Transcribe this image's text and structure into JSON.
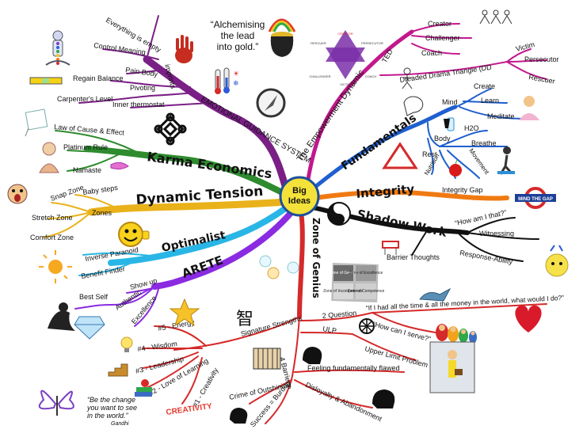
{
  "center": {
    "line1": "Big",
    "line2": "Ideas"
  },
  "quote_alchemy": {
    "line1": "“Alchemising",
    "line2": "the lead",
    "line3": "into gold.”"
  },
  "quote_gandhi": {
    "line1": "“Be the change",
    "line2": "you want to see",
    "line3": "in the world.”",
    "attribution": "Gandhi"
  },
  "branches": {
    "emotional": {
      "label": "EMOTIONAL GUIDANCE SYSTEM",
      "imprints": "imprints",
      "everything_empty": "Everything is empty",
      "control_meaning": "Control Meaning",
      "pain_body": "Pain Body",
      "regain_balance": "Regain Balance",
      "pivoting": "Pivoting",
      "carpenters_level": "Carpenter's Level",
      "inner_thermostat": "Inner thermostat"
    },
    "karma": {
      "label": "Karma Economics",
      "law_cause_effect": "Law of Cause & Effect",
      "platinum_rule": "Platinum Rule",
      "namaste": "Namaste"
    },
    "dynamic": {
      "label": "Dynamic Tension",
      "baby_steps": "Baby steps",
      "snap_zone": "Snap Zone",
      "zones": "Zones",
      "stretch_zone": "Stretch Zone",
      "comfort_zone": "Comfort Zone"
    },
    "optimalist": {
      "label": "Optimalist",
      "inverse_paranoid": "Inverse Paranoid",
      "benefit_finder": "Benefit Finder"
    },
    "arete": {
      "label": "ARETE",
      "show_up": "Show up",
      "authentic": "Authentic",
      "best_self": "Best Self",
      "excellence": "Excellence"
    },
    "zone_genius": {
      "label": "Zone of Genius",
      "signature_strengths": "Signature Strengths",
      "energy": "#5 - Energy",
      "wisdom": "#4 - Wisdom",
      "leadership": "#3 - Leadership",
      "love_learning": "#2 - Love of Learning",
      "creativity": "#1 - Creativity",
      "creativity_art": "CREATIVITY",
      "four_barriers": "4 Barriers",
      "crime_outshining": "Crime of Outshining",
      "success_burden": "Success = Burden",
      "feeling_flawed": "Feeling fundamentally flawed",
      "disloyalty": "Disloyalty & Abandonment",
      "ulp": "ULP",
      "upper_limit": "Upper Limit Problem",
      "two_question": "2 Question",
      "question_money": "“If I had all the time & all the money  in the world, what would I do?”",
      "question_serve": "“How can I serve?”",
      "genius_tiles": [
        "Zone of Genius",
        "Zone of Excellence",
        "Zone of Incompetence",
        "Zone of Competence"
      ]
    },
    "shadow": {
      "label": "Shadow Work",
      "how_am_i_that": "“How am I that?”",
      "witnessing": "Witnessing",
      "barrier_thoughts": "Barrier Thoughts",
      "response_ability": "Response-Ability"
    },
    "integrity": {
      "label": "Integrity",
      "integrity_gap": "Integrity Gap",
      "mind_the_gap": "MIND THE GAP"
    },
    "fundamentals": {
      "label": "Fundamentals",
      "mind": "Mind",
      "create": "Create",
      "learn": "Learn",
      "meditate": "Meditate",
      "body": "Body",
      "h2o": "H2O",
      "breathe": "Breathe",
      "rest": "Rest",
      "nutrition": "Nutrition",
      "movement": "Movement"
    },
    "empowerment": {
      "label": "The Empowerment Dynamic",
      "ted": "TED",
      "creator": "Creator",
      "challenger": "Challenger",
      "coach": "Coach",
      "ddt": "Dreaded Drama Triangle (DD",
      "victim": "Victim",
      "persecutor": "Persecutor",
      "rescuer": "Rescuer",
      "triangle_labels": {
        "creator": "CREATOR",
        "rescuer": "RESCUER",
        "persecutor": "PERSECUTOR",
        "challenger": "CHALLENGER",
        "coach": "COACH",
        "victim": "VICTIM"
      }
    }
  },
  "colors": {
    "emotional": "#7a1f86",
    "karma": "#2e8b2e",
    "dynamic": "#e9b21a",
    "optimalist": "#29b6e6",
    "arete": "#8a2be2",
    "zone_genius": "#d52a2a",
    "shadow": "#111111",
    "integrity": "#f07a12",
    "fundamentals": "#1f5fcf",
    "empowerment": "#c2188c",
    "center": "#f4e23a"
  }
}
